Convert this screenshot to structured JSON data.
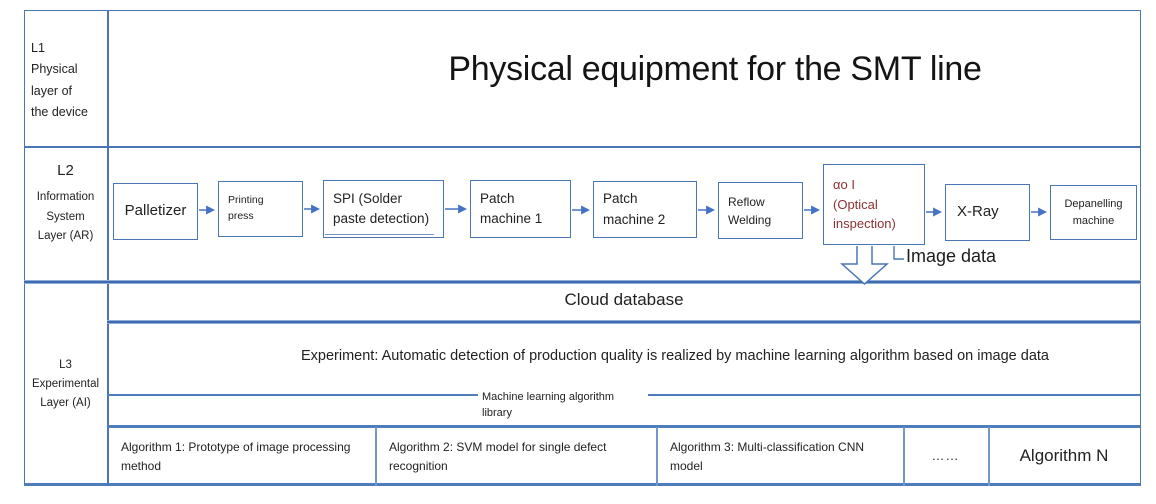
{
  "l1": {
    "label": "L1\nPhysical\nlayer of\nthe device",
    "title": "Physical equipment for the SMT line"
  },
  "l2": {
    "label_top": "L2",
    "label_rest": "Information\nSystem\nLayer (AR)",
    "boxes": [
      {
        "label": "Palletizer"
      },
      {
        "label": "Printing\npress"
      },
      {
        "label": "SPI (Solder\npaste detection)"
      },
      {
        "label": "Patch\nmachine 1"
      },
      {
        "label": "Patch\nmachine 2"
      },
      {
        "label": "Reflow\nWelding"
      },
      {
        "label": "αo I\n(Optical\ninspection)"
      },
      {
        "label": "X-Ray"
      },
      {
        "label": "Depanelling\nmachine"
      }
    ],
    "image_data_label": "Image data"
  },
  "l3": {
    "label": "L3\nExperimental\nLayer (AI)",
    "cloud_database": "Cloud database",
    "experiment": "Experiment: Automatic detection of production quality is realized by machine learning algorithm based on image data",
    "ml_library": "Machine learning algorithm\nlibrary",
    "algorithms": [
      "Algorithm 1: Prototype of image processing\nmethod",
      "Algorithm 2: SVM model for single defect\nrecognition",
      "Algorithm 3: Multi-classification CNN\nmodel",
      "……",
      "Algorithm N"
    ]
  },
  "colors": {
    "border_blue": "#4a77b4",
    "thick_line_blue": "#3f6cae",
    "optical_text_red": "#8e3032",
    "text_dark": "#222222"
  }
}
